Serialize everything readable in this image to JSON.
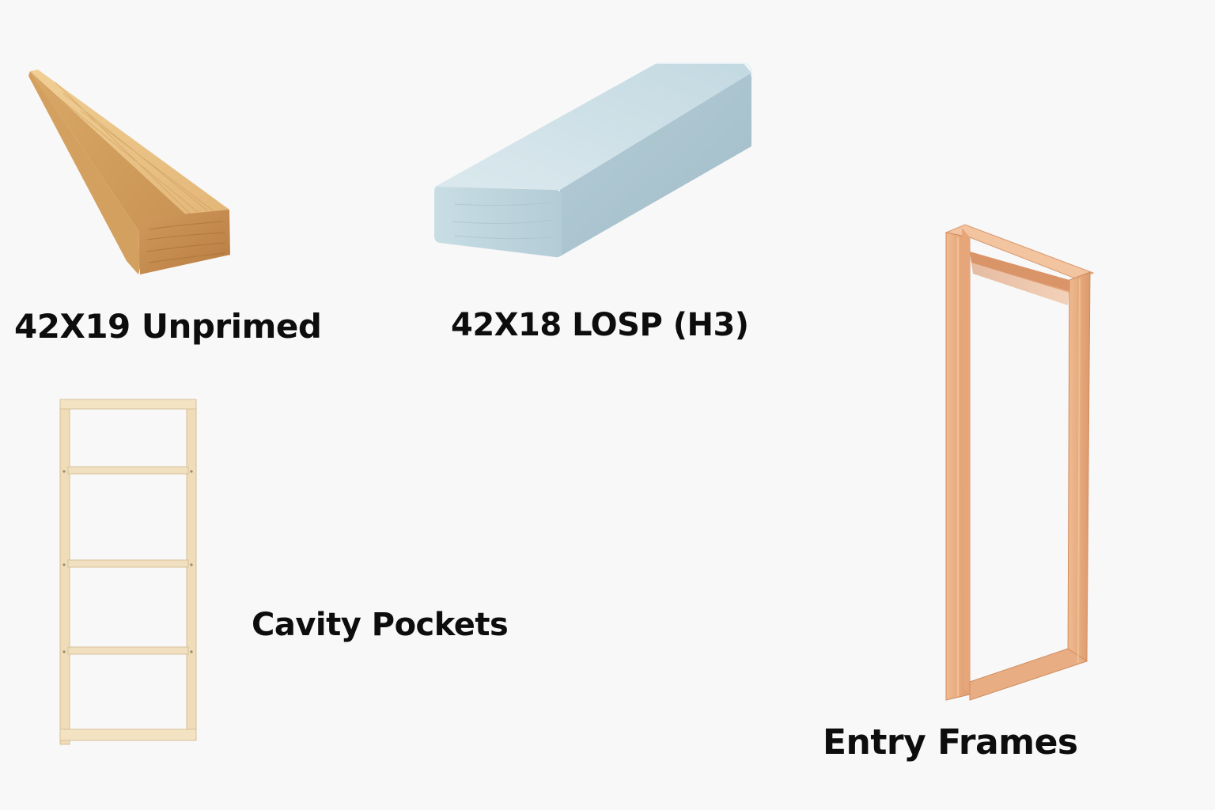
{
  "products": [
    {
      "label": "42X19 Unprimed"
    },
    {
      "label": "42X18 LOSP (H3)"
    },
    {
      "label": "Cavity Pockets"
    },
    {
      "label": "Entry Frames"
    }
  ],
  "colors": {
    "background": "#f8f8f8",
    "unprimed_timber": "#e0b275",
    "losp_timber": "#c4dbe3",
    "cavity_pocket": "#efdcb8",
    "entry_frame": "#e3a57c",
    "label_text": "#0d0d0d"
  },
  "icons": [
    "timber-board-icon",
    "treated-board-icon",
    "cavity-pocket-icon",
    "entry-frame-icon"
  ]
}
